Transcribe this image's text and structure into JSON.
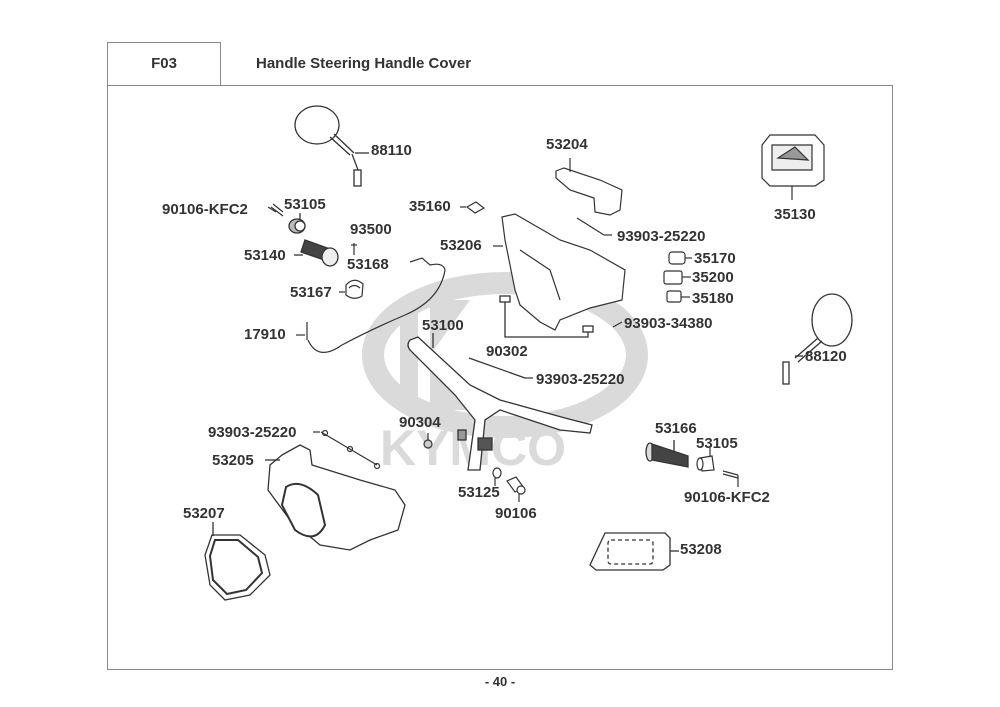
{
  "header": {
    "section_code": "F03",
    "title": "Handle Steering  Handle Cover"
  },
  "watermark": {
    "brand": "KYMCO"
  },
  "parts": [
    {
      "id": "p88110",
      "number": "88110",
      "name": "mirror-left"
    },
    {
      "id": "p90106kfc2a",
      "number": "90106-KFC2",
      "name": "screw-left"
    },
    {
      "id": "p53105a",
      "number": "53105",
      "name": "grip-end-left"
    },
    {
      "id": "p93500",
      "number": "93500",
      "name": "screw"
    },
    {
      "id": "p53140",
      "number": "53140",
      "name": "throttle-grip"
    },
    {
      "id": "p53168",
      "number": "53168",
      "name": "throttle-housing-upper"
    },
    {
      "id": "p53167",
      "number": "53167",
      "name": "throttle-housing-lower"
    },
    {
      "id": "p17910",
      "number": "17910",
      "name": "throttle-cable"
    },
    {
      "id": "p53204",
      "number": "53204",
      "name": "meter-visor"
    },
    {
      "id": "p35160",
      "number": "35160",
      "name": "switch"
    },
    {
      "id": "p53206",
      "number": "53206",
      "name": "rear-handle-cover"
    },
    {
      "id": "p93903_25220a",
      "number": "93903-25220",
      "name": "screw-a"
    },
    {
      "id": "p35170",
      "number": "35170",
      "name": "switch-35170"
    },
    {
      "id": "p35200",
      "number": "35200",
      "name": "switch-35200"
    },
    {
      "id": "p35180",
      "number": "35180",
      "name": "switch-35180"
    },
    {
      "id": "p93903_34380",
      "number": "93903-34380",
      "name": "screw-b"
    },
    {
      "id": "p35130",
      "number": "35130",
      "name": "hazard-switch"
    },
    {
      "id": "p53100",
      "number": "53100",
      "name": "handlebar"
    },
    {
      "id": "p90302",
      "number": "90302",
      "name": "bolt"
    },
    {
      "id": "p93903_25220b",
      "number": "93903-25220",
      "name": "screw-c"
    },
    {
      "id": "p88120",
      "number": "88120",
      "name": "mirror-right"
    },
    {
      "id": "p93903_25220c",
      "number": "93903-25220",
      "name": "screw-d"
    },
    {
      "id": "p90304",
      "number": "90304",
      "name": "nut"
    },
    {
      "id": "p53205",
      "number": "53205",
      "name": "front-handle-cover"
    },
    {
      "id": "p53166",
      "number": "53166",
      "name": "left-grip"
    },
    {
      "id": "p53105b",
      "number": "53105",
      "name": "grip-end-right"
    },
    {
      "id": "p53125",
      "number": "53125",
      "name": "collar"
    },
    {
      "id": "p90106",
      "number": "90106",
      "name": "bolt-90106"
    },
    {
      "id": "p90106kfc2b",
      "number": "90106-KFC2",
      "name": "screw-right"
    },
    {
      "id": "p53207",
      "number": "53207",
      "name": "headlight-lens"
    },
    {
      "id": "p53208",
      "number": "53208",
      "name": "emblem"
    }
  ],
  "footer": {
    "page_number": "- 40 -"
  }
}
